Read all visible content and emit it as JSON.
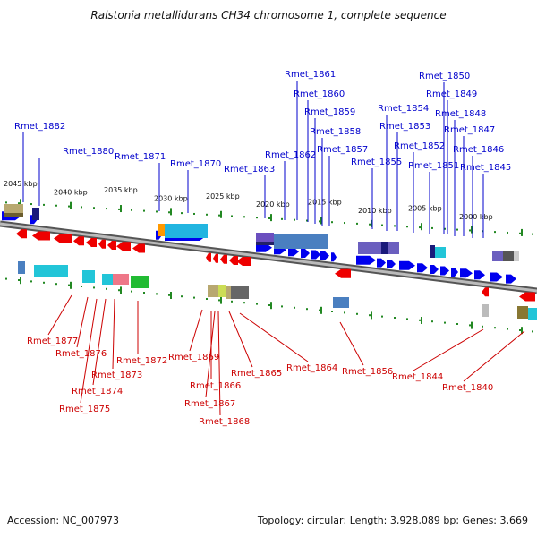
{
  "title": "Ralstonia metallidurans CH34 chromosome 1, complete sequence",
  "footer": {
    "accession": "Accession: NC_007973",
    "topology": "Topology: circular; Length: 3,928,089 bp; Genes: 3,669"
  },
  "scale_labels": [
    "2045 kbp",
    "2040 kbp",
    "2035 kbp",
    "2030 kbp",
    "2025 kbp",
    "2020 kbp",
    "2015 kbp",
    "2010 kbp",
    "2005 kbp",
    "2000 kbp"
  ],
  "top_labels": [
    "Rmet_1882",
    "Rmet_1880",
    "Rmet_1871",
    "Rmet_1870",
    "Rmet_1863",
    "Rmet_1862",
    "Rmet_1861",
    "Rmet_1860",
    "Rmet_1859",
    "Rmet_1858",
    "Rmet_1857",
    "Rmet_1855",
    "Rmet_1854",
    "Rmet_1853",
    "Rmet_1852",
    "Rmet_1851",
    "Rmet_1850",
    "Rmet_1849",
    "Rmet_1848",
    "Rmet_1847",
    "Rmet_1846",
    "Rmet_1845"
  ],
  "bottom_labels": [
    "Rmet_1877",
    "Rmet_1876",
    "Rmet_1874",
    "Rmet_1875",
    "Rmet_1873",
    "Rmet_1872",
    "Rmet_1869",
    "Rmet_1866",
    "Rmet_1867",
    "Rmet_1868",
    "Rmet_1865",
    "Rmet_1864",
    "Rmet_1856",
    "Rmet_1844",
    "Rmet_1840"
  ],
  "colors": {
    "forward_gene": "#0000ee",
    "reverse_gene": "#ee0000",
    "backbone": "#888888",
    "ticks": "#228822",
    "top_label": "#0000cc",
    "bottom_label": "#cc0000"
  }
}
